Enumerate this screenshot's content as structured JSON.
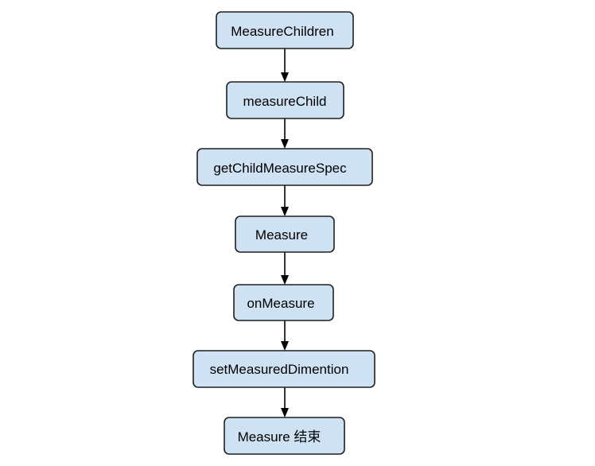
{
  "diagram": {
    "type": "flowchart",
    "direction": "top-to-bottom",
    "colors": {
      "node_fill": "#cfe2f3",
      "node_border": "#1f1f1f",
      "arrow": "#000000",
      "text": "#000000"
    },
    "nodes": [
      {
        "id": "n1",
        "label": "MeasureChildren"
      },
      {
        "id": "n2",
        "label": "measureChild"
      },
      {
        "id": "n3",
        "label": "getChildMeasureSpec"
      },
      {
        "id": "n4",
        "label": "Measure"
      },
      {
        "id": "n5",
        "label": "onMeasure"
      },
      {
        "id": "n6",
        "label": "setMeasuredDimention"
      },
      {
        "id": "n7",
        "label": "Measure 结束"
      }
    ],
    "edges": [
      {
        "from": "n1",
        "to": "n2"
      },
      {
        "from": "n2",
        "to": "n3"
      },
      {
        "from": "n3",
        "to": "n4"
      },
      {
        "from": "n4",
        "to": "n5"
      },
      {
        "from": "n5",
        "to": "n6"
      },
      {
        "from": "n6",
        "to": "n7"
      }
    ]
  }
}
